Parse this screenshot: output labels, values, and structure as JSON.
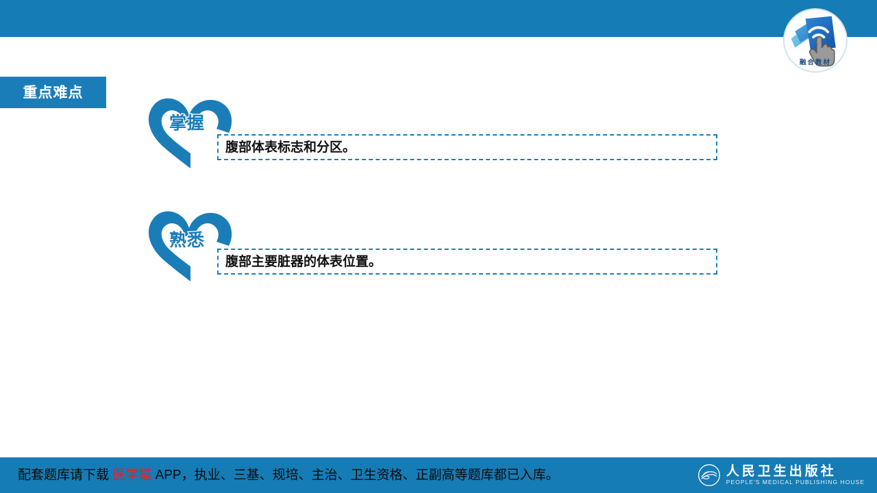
{
  "theme": {
    "primary_blue": "#157CB5",
    "tag_blue": "#1B7DB8",
    "accent_red": "#E8201C",
    "body_text": "#111111",
    "page_background": "#ffffff"
  },
  "header": {
    "bar_color": "#157CB5"
  },
  "badge": {
    "caption": "融合教材",
    "icons": [
      "wifi-icon",
      "hand-pointer-icon",
      "textbook-pages-icon"
    ]
  },
  "section": {
    "tag_label": "重点难点"
  },
  "objectives": [
    {
      "level": "掌握",
      "text": "腹部体表标志和分区。",
      "icon": "heart-outline-icon"
    },
    {
      "level": "熟悉",
      "text": "腹部主要脏器的体表位置。",
      "icon": "heart-outline-icon"
    }
  ],
  "footer": {
    "text_before": "配套题库请下载 ",
    "highlight": "医学猫",
    "text_after": " APP，执业、三基、规培、主治、卫生资格、正副高等题库都已入库。",
    "publisher_cn": "人民卫生出版社",
    "publisher_en": "PEOPLE'S MEDICAL PUBLISHING HOUSE"
  }
}
